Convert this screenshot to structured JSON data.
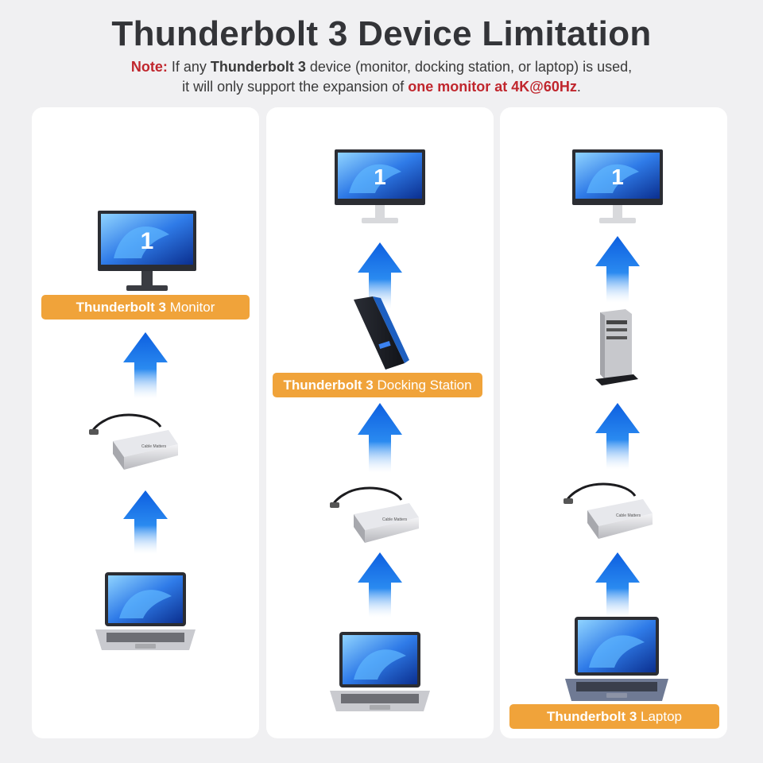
{
  "header": {
    "title": "Thunderbolt 3 Device Limitation",
    "note_prefix": "Note:",
    "note_part1": " If any ",
    "note_tb3": "Thunderbolt 3",
    "note_part2": " device (monitor, docking station, or laptop) is used,",
    "note_part3": "it will only support the expansion of ",
    "note_highlight": "one monitor at 4K@60Hz",
    "note_end": "."
  },
  "panels": [
    {
      "label_bold": "Thunderbolt 3",
      "label_rest": " Monitor",
      "monitor_number": "1"
    },
    {
      "label_bold": "Thunderbolt 3",
      "label_rest": " Docking Station",
      "monitor_number": "1"
    },
    {
      "label_bold": "Thunderbolt 3",
      "label_rest": " Laptop",
      "monitor_number": "1"
    }
  ],
  "hub_brand": "Cable Matters",
  "colors": {
    "accent_orange": "#f0a33a",
    "note_red": "#c0262d",
    "arrow_blue": "#1a6fe0",
    "title_gray": "#333438"
  }
}
